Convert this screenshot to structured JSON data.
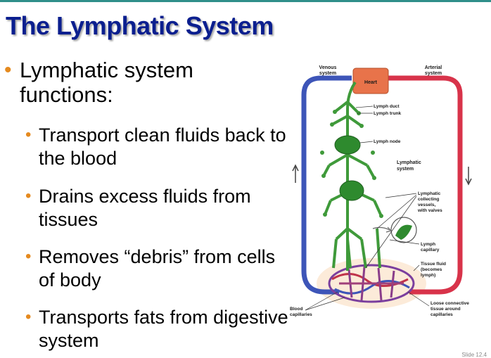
{
  "slide": {
    "title": "The Lymphatic System",
    "main_bullet": "Lymphatic system functions:",
    "sub_bullets": [
      "Transport clean fluids back to the blood",
      "Drains excess fluids from tissues",
      "Removes “debris” from cells of body",
      "Transports fats from digestive system"
    ],
    "slide_number": "Slide 12.4"
  },
  "diagram": {
    "labels": {
      "venous": [
        "Venous",
        "system"
      ],
      "arterial": [
        "Arterial",
        "system"
      ],
      "heart": "Heart",
      "lymph_duct": "Lymph duct",
      "lymph_trunk": "Lymph trunk",
      "lymph_node": "Lymph node",
      "lymphatic_system": [
        "Lymphatic",
        "system"
      ],
      "collecting_vessels": [
        "Lymphatic",
        "collecting",
        "vessels,",
        "with valves"
      ],
      "lymph_capillary": [
        "Lymph",
        "capillary"
      ],
      "tissue_fluid": [
        "Tissue fluid",
        "(becomes",
        "lymph)"
      ],
      "blood_capillaries": [
        "Blood",
        "capillaries"
      ],
      "connective_tissue": [
        "Loose connective",
        "tissue around",
        "capillaries"
      ]
    },
    "colors": {
      "venous": "#3d55b8",
      "arterial": "#d8334a",
      "heart": "#e8734a",
      "lymph": "#3f9a3a",
      "bullet": "#e58a1f",
      "title": "#0b1f8f"
    }
  }
}
